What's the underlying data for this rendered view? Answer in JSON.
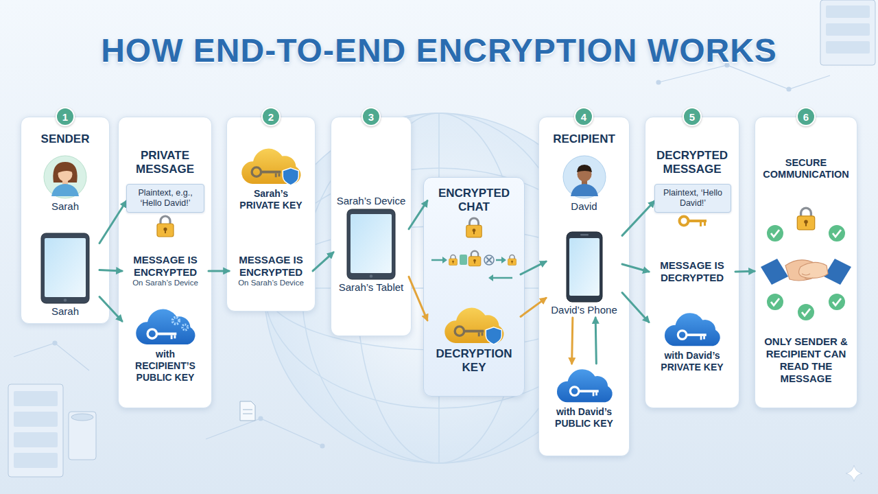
{
  "diagram": {
    "title": "HOW END-TO-END ENCRYPTION WORKS",
    "nodes": [
      {
        "text": [
          "SENDER"
        ]
      },
      {
        "text": [
          "1"
        ],
        "in": 0
      },
      {
        "text": [
          "Sarah"
        ],
        "in": 0
      },
      {
        "text": [
          "Sarah"
        ],
        "in": 0
      },
      {
        "text": [
          "PRIVATE MESSAGE"
        ]
      },
      {
        "text": [
          "Plaintext, e.g., ‘Hello David!’"
        ],
        "in": 4
      },
      {
        "text": [
          "MESSAGE IS ENCRYPTED",
          "On Sarah’s Device"
        ],
        "in": 4
      },
      {
        "text": [
          "with RECIPIENT’S PUBLIC KEY"
        ],
        "in": 4
      },
      {
        "text": []
      },
      {
        "text": [
          "2"
        ],
        "in": 8
      },
      {
        "text": [
          "Sarah’s PRIVATE KEY"
        ],
        "in": 8
      },
      {
        "text": [
          "MESSAGE IS ENCRYPTED",
          "On Sarah’s Device"
        ],
        "in": 8
      },
      {
        "text": []
      },
      {
        "text": [
          "3"
        ],
        "in": 12
      },
      {
        "text": [
          "Sarah’s Device",
          "Sarah’s Tablet"
        ],
        "in": 12
      },
      {
        "text": []
      },
      {
        "text": [
          "ENCRYPTED CHAT"
        ],
        "in": 15
      },
      {
        "text": [
          "DECRYPTION KEY"
        ],
        "in": 15
      },
      {
        "text": [
          "RECIPIENT"
        ]
      },
      {
        "text": [
          "4"
        ],
        "in": 18
      },
      {
        "text": [
          "David"
        ],
        "in": 18
      },
      {
        "text": [
          "David’s Phone"
        ],
        "in": 18
      },
      {
        "text": [
          "with David’s PUBLIC KEY"
        ],
        "in": 18
      },
      {
        "text": [
          "DECRYPTED MESSAGE"
        ]
      },
      {
        "text": [
          "5"
        ],
        "in": 23
      },
      {
        "text": [
          "Plaintext, ‘Hello David!’"
        ],
        "in": 23
      },
      {
        "text": [
          "MESSAGE IS DECRYPTED"
        ],
        "in": 23
      },
      {
        "text": [
          "with David’s PRIVATE KEY"
        ],
        "in": 23
      },
      {
        "text": [
          "SECURE COMMUNICATION",
          "ONLY SENDER & RECIPIENT CAN READ THE MESSAGE"
        ]
      },
      {
        "text": [
          "6"
        ],
        "in": 28
      }
    ],
    "edges": [
      {
        "from": 3,
        "to": 5,
        "arrow": "to"
      },
      {
        "from": 3,
        "to": 6,
        "arrow": "to"
      },
      {
        "from": 3,
        "to": 7,
        "arrow": "to"
      },
      {
        "from": 6,
        "to": 11,
        "arrow": "to"
      },
      {
        "from": 11,
        "to": 14,
        "arrow": "to"
      },
      {
        "from": 14,
        "to": 16,
        "arrow": "to"
      },
      {
        "from": 14,
        "to": 17,
        "arrow": "to"
      },
      {
        "from": 16,
        "to": 21,
        "arrow": "to"
      },
      {
        "from": 17,
        "to": 21,
        "arrow": "to"
      },
      {
        "from": 21,
        "to": 22,
        "arrow": "to"
      },
      {
        "from": 22,
        "to": 21,
        "arrow": "to"
      },
      {
        "from": 21,
        "to": 25,
        "arrow": "to"
      },
      {
        "from": 21,
        "to": 26,
        "arrow": "to"
      },
      {
        "from": 21,
        "to": 27,
        "arrow": "to"
      },
      {
        "from": 26,
        "to": 28,
        "arrow": "to"
      }
    ]
  }
}
